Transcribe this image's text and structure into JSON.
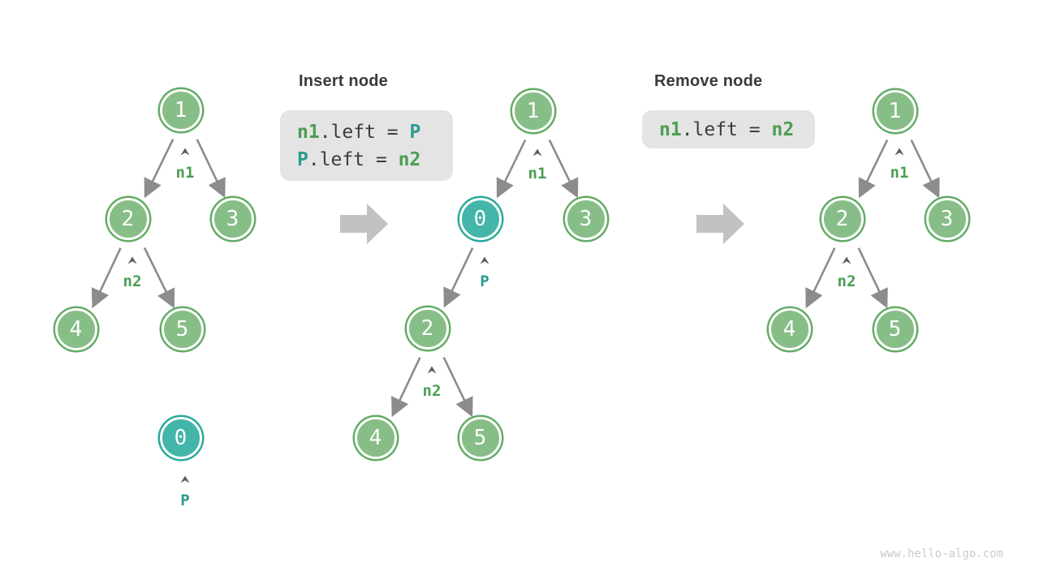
{
  "sections": {
    "insert": {
      "title": "Insert node"
    },
    "remove": {
      "title": "Remove node"
    }
  },
  "code": {
    "insert": {
      "line1": {
        "t1": "n1",
        "t2": ".left = ",
        "t3": "P"
      },
      "line2": {
        "t1": "P",
        "t2": ".left = ",
        "t3": "n2"
      }
    },
    "remove": {
      "line1": {
        "t1": "n1",
        "t2": ".left = ",
        "t3": "n2"
      }
    }
  },
  "trees": {
    "left": {
      "node1": "1",
      "node2": "2",
      "node3": "3",
      "node4": "4",
      "node5": "5",
      "detached_node": "0",
      "label_n1": "n1",
      "label_n2": "n2",
      "label_p": "P"
    },
    "middle": {
      "node1": "1",
      "node0": "0",
      "node3": "3",
      "node2": "2",
      "node4": "4",
      "node5": "5",
      "label_n1": "n1",
      "label_p": "P",
      "label_n2": "n2"
    },
    "right": {
      "node1": "1",
      "node2": "2",
      "node3": "3",
      "node4": "4",
      "node5": "5",
      "label_n1": "n1",
      "label_n2": "n2"
    }
  },
  "watermark": "www.hello-algo.com",
  "palette": {
    "node_green_fill": "#87be87",
    "node_green_ring": "#62ac65",
    "node_teal_fill": "#43b5a9",
    "node_teal_ring": "#2aa99c",
    "node_text": "#ffffff",
    "label_green": "#4d9e52",
    "label_teal": "#2a9c90",
    "edge_gray": "#8c8c8c",
    "block_arrow_gray": "#c2c2c2",
    "code_bg": "#e4e4e4",
    "code_text": "#3d3d3d",
    "heading_text": "#3a3a3a",
    "watermark_gray": "#cbcbcb",
    "background": "#ffffff"
  }
}
